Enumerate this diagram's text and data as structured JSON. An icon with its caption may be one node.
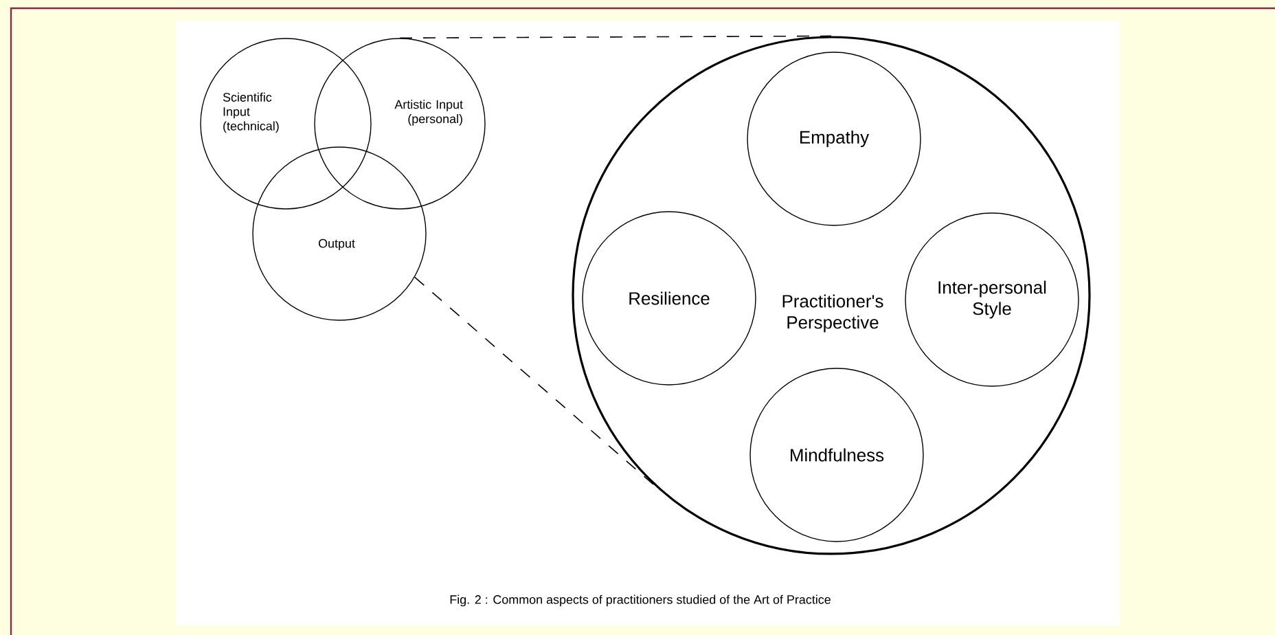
{
  "diagram": {
    "caption": "Fig. 2 : Common aspects of practitioners studied of the Art of Practice",
    "nodes": [
      {
        "text": [
          "Scientific Input (technical)"
        ]
      },
      {
        "text": [
          "Artistic Input (personal)"
        ]
      },
      {
        "text": [
          "Output"
        ]
      },
      {
        "text": [
          "Practitioner's Perspective"
        ]
      },
      {
        "text": [
          "Empathy"
        ],
        "in": 3
      },
      {
        "text": [
          "Resilience"
        ],
        "in": 3
      },
      {
        "text": [
          "Inter-personal Style"
        ],
        "in": 3
      },
      {
        "text": [
          "Mindfulness"
        ],
        "in": 3
      }
    ],
    "edges": [
      {
        "from": 1,
        "to": 3,
        "arrow": "none",
        "style": "dashed"
      },
      {
        "from": 2,
        "to": 3,
        "arrow": "none",
        "style": "dashed"
      }
    ]
  }
}
